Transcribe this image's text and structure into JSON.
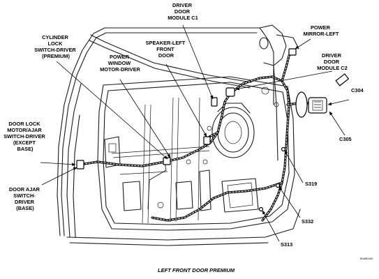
{
  "title": "LEFT FRONT DOOR PREMIUM",
  "figure_code": "80a80166",
  "callouts": {
    "driver_door_module_c1": [
      "DRIVER",
      "DOOR",
      "MODULE C1"
    ],
    "power_mirror_left": [
      "POWER",
      "MIRROR-LEFT"
    ],
    "cylinder_lock_switch": [
      "CYLINDER",
      "LOCK",
      "SWITCH-DRIVER",
      "(PREMIUM)"
    ],
    "speaker_left_front": [
      "SPEAKER-LEFT",
      "FRONT",
      "DOOR"
    ],
    "power_window_motor": [
      "POWER",
      "WINDOW",
      "MOTOR-DRIVER"
    ],
    "driver_door_module_c2": [
      "DRIVER",
      "DOOR",
      "MODULE C2"
    ],
    "c304": "C304",
    "c305": "C305",
    "door_lock_motor": [
      "DOOR LOCK",
      "MOTOR/AJAR",
      "SWITCH-DRIVER",
      "(EXCEPT",
      "BASE)"
    ],
    "door_ajar_switch": [
      "DOOR AJAR",
      "SWITCH-",
      "DRIVER",
      "(BASE)"
    ],
    "s319": "S319",
    "s332": "S332",
    "s313": "S313"
  }
}
